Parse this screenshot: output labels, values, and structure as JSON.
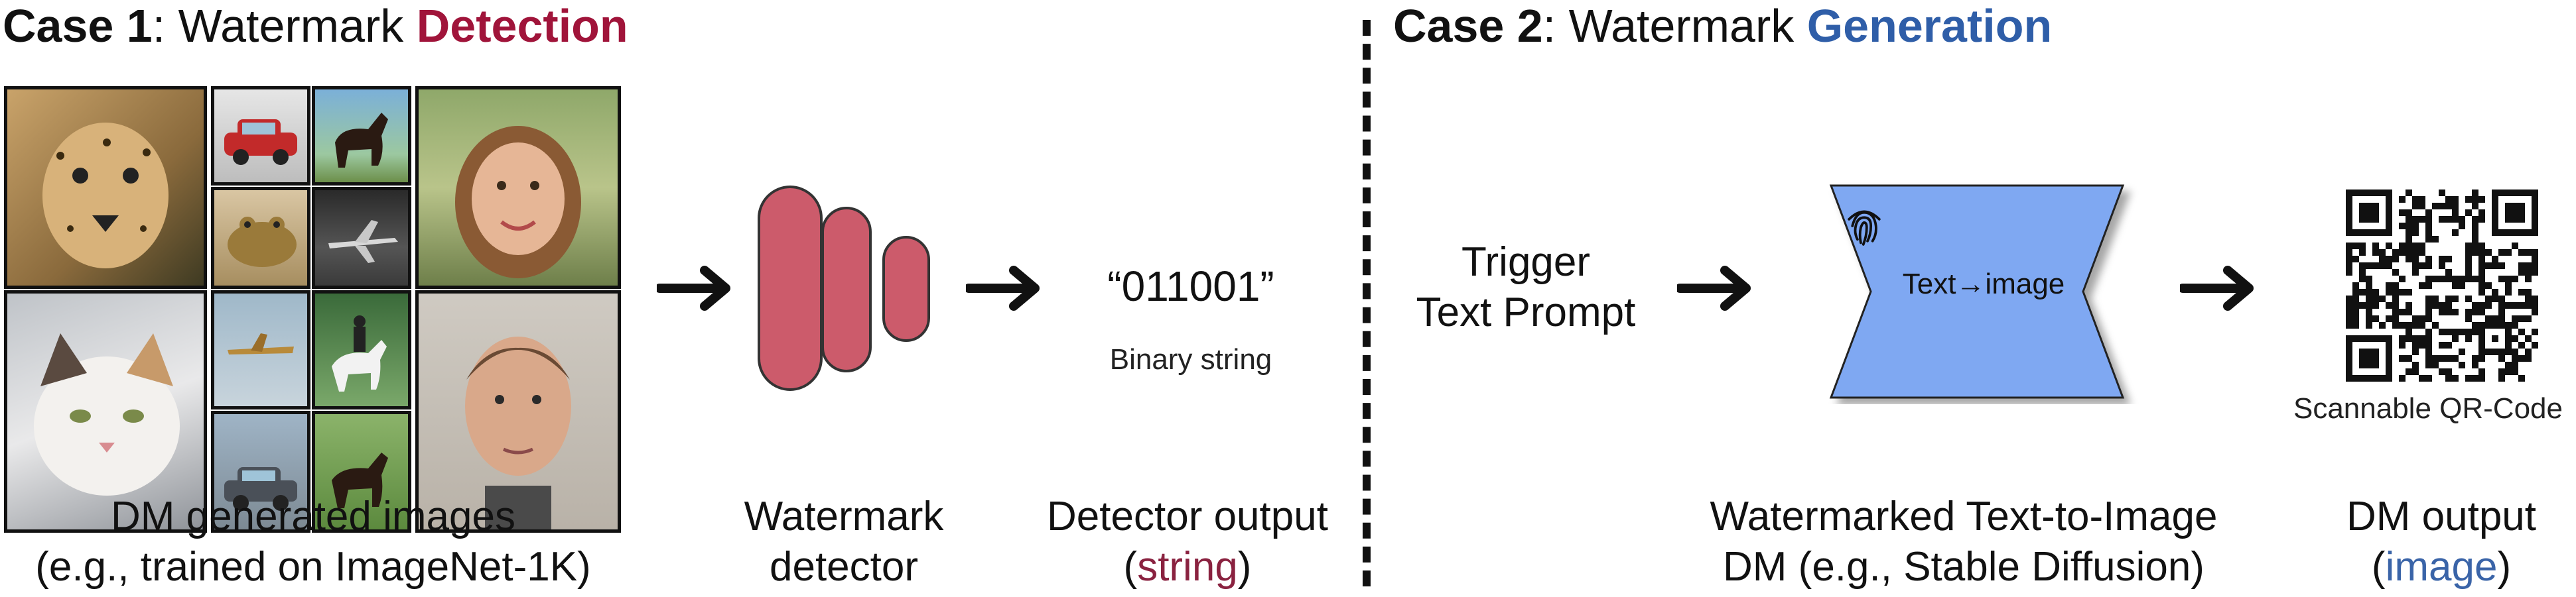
{
  "case1": {
    "prefix": "Case 1",
    "middle": ": Watermark ",
    "highlight": "Detection",
    "highlight_color": "#a0143a"
  },
  "case2": {
    "prefix": "Case 2",
    "middle": ": Watermark ",
    "highlight": "Generation",
    "highlight_color": "#2f5ea8"
  },
  "images_caption": {
    "line1": "DM generated images",
    "line2": "(e.g., trained on ImageNet-1K)"
  },
  "detector": {
    "caption_line1": "Watermark",
    "caption_line2": "detector",
    "bar_color": "#cc5b6b"
  },
  "detector_output": {
    "value": "“011001”",
    "sub_label": "Binary string",
    "caption_line1": "Detector output",
    "caption_open": "(",
    "caption_accent": "string",
    "caption_close": ")"
  },
  "prompt": {
    "line1": "Trigger",
    "line2": "Text Prompt"
  },
  "model": {
    "inner_label": "Text→image",
    "icon": "fingerprint-icon",
    "fill_color": "#7fa8f2",
    "caption_line1": "Watermarked Text-to-Image",
    "caption_line2": "DM (e.g., Stable Diffusion)"
  },
  "dm_output": {
    "sub_label": "Scannable QR-Code",
    "caption_line1": "DM output",
    "caption_open": "(",
    "caption_accent": "image",
    "caption_close": ")",
    "icon": "qr-code-icon"
  }
}
